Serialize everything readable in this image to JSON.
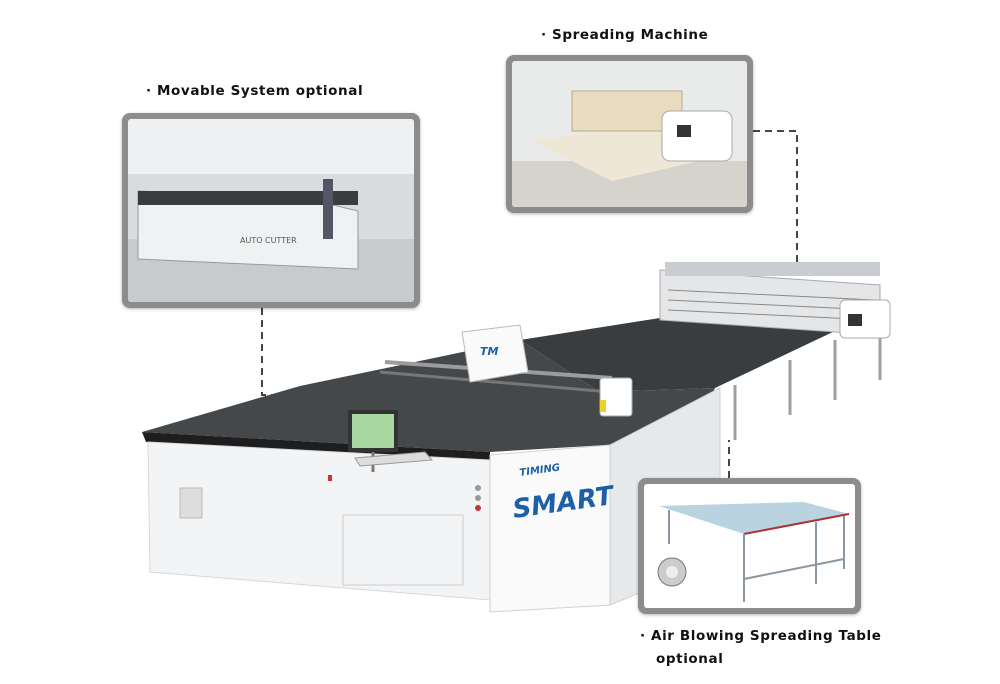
{
  "labels": {
    "movable": "· Movable System optional",
    "spreading": "· Spreading Machine",
    "air_table_line1": "· Air Blowing Spreading Table",
    "air_table_line2": "optional"
  },
  "logos": {
    "brand_small": "TIMING",
    "brand_large": "SMART",
    "head_logo": "TM",
    "photo_text": "AUTO CUTTER"
  },
  "colors": {
    "brand_blue": "#1d5fa8",
    "brand_yellow": "#f2b21b",
    "frame_gray": "#8c8c8c",
    "table_top": "#3a3d40"
  }
}
